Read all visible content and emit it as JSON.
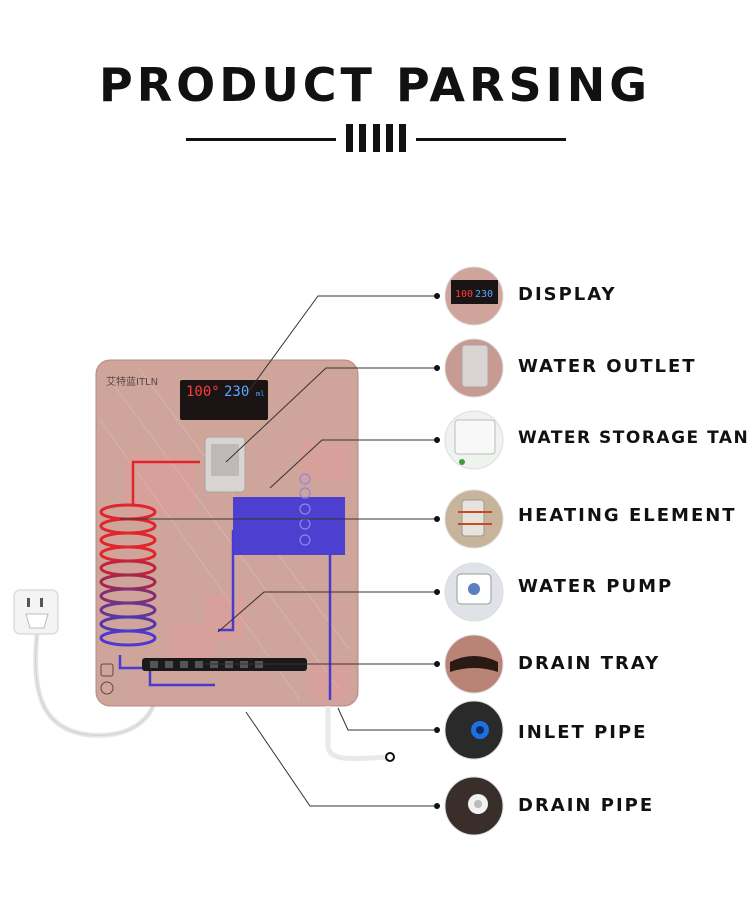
{
  "header": {
    "title": "PRODUCT PARSING"
  },
  "device": {
    "brand": "艾特蓝ITLN",
    "display_left": "100°",
    "display_right": "230",
    "display_unit": "ml"
  },
  "parts": [
    {
      "label": "DISPLAY",
      "icon": "display-thumb-icon"
    },
    {
      "label": "WATER OUTLET",
      "icon": "water-outlet-thumb-icon"
    },
    {
      "label": "WATER STORAGE TANK",
      "icon": "tank-thumb-icon"
    },
    {
      "label": "HEATING ELEMENT",
      "icon": "heating-thumb-icon"
    },
    {
      "label": "WATER PUMP",
      "icon": "pump-thumb-icon"
    },
    {
      "label": "DRAIN TRAY",
      "icon": "drain-tray-thumb-icon"
    },
    {
      "label": "INLET PIPE",
      "icon": "inlet-pipe-thumb-icon"
    },
    {
      "label": "DRAIN PIPE",
      "icon": "drain-pipe-thumb-icon"
    }
  ],
  "colors": {
    "panel": "#cfa49b",
    "coil_red": "#e0262c",
    "coil_blue": "#4a3ad0",
    "tank": "#4d3fd0",
    "text": "#111111"
  }
}
